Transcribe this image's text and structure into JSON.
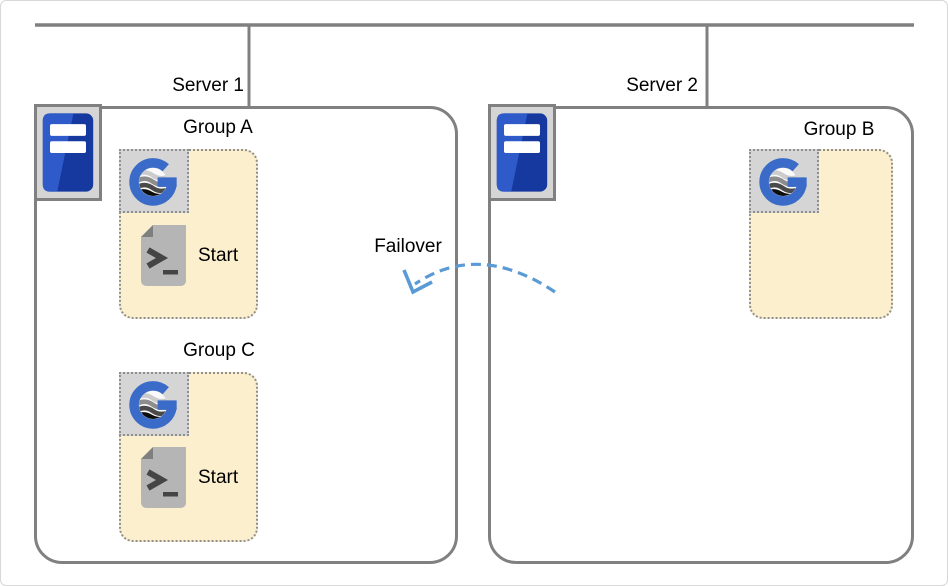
{
  "diagram_type": "failover-architecture",
  "colors": {
    "line_gray": "#808080",
    "dotted_border_gray": "#8f8f8f",
    "group_fill_yellow": "#fbefcd",
    "icon_background_gray": "#d5d5d5",
    "server_blue_dark": "#16399f",
    "server_blue_light": "#2e5bc9",
    "gateway_blue": "#3a6bc8",
    "arrow_blue": "#5b9bd5",
    "script_gray": "#b5b5b5",
    "text": "#000000"
  },
  "network": {
    "bus": "top-horizontal-line",
    "drops": [
      "to-server-1",
      "to-server-2"
    ]
  },
  "servers": [
    {
      "label": "Server 1",
      "icon": "server-icon",
      "groups": [
        {
          "label": "Group A",
          "icon": "gateway-g-icon",
          "script": {
            "label": "Start",
            "icon": "shell-script-icon"
          }
        },
        {
          "label": "Group C",
          "icon": "gateway-g-icon",
          "script": {
            "label": "Start",
            "icon": "shell-script-icon"
          }
        }
      ]
    },
    {
      "label": "Server 2",
      "icon": "server-icon",
      "groups": [
        {
          "label": "Group B",
          "icon": "gateway-g-icon"
        }
      ]
    }
  ],
  "connector": {
    "label": "Failover",
    "style": "dashed-arc",
    "color": "#5b9bd5",
    "direction": "server-2-to-server-1"
  }
}
